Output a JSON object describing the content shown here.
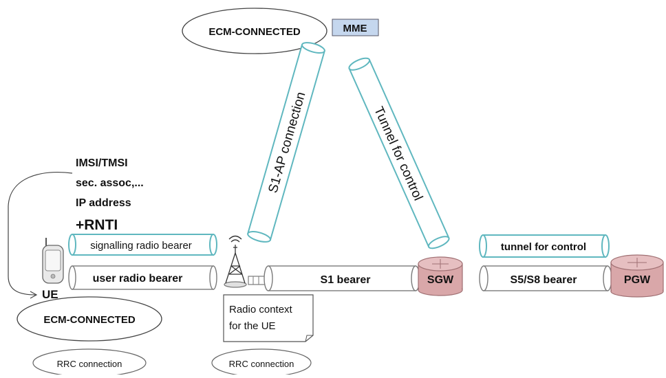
{
  "mme": {
    "ecm_label": "ECM-CONNECTED",
    "box_label": "MME"
  },
  "tunnels": {
    "s1ap_label": "S1-AP connection",
    "control_label": "Tunnel for control"
  },
  "ue_context": {
    "lines": [
      "IMSI/TMSI",
      "sec. assoc,...",
      "IP address"
    ],
    "rnti": "+RNTI"
  },
  "bearers": {
    "signalling": "signalling radio bearer",
    "user_radio": "user radio bearer",
    "s1": "S1 bearer",
    "tunnel_control": "tunnel for control",
    "s5s8": "S5/S8 bearer"
  },
  "nodes": {
    "ue": "UE",
    "sgw": "SGW",
    "pgw": "PGW"
  },
  "ue_bottom": {
    "ecm_label": "ECM-CONNECTED",
    "rrc_ue": "RRC connection",
    "rrc_enb": "RRC connection"
  },
  "enb_note": {
    "line1": "Radio context",
    "line2": "for the UE"
  },
  "colors": {
    "tunnel_stroke": "#5fb7bf",
    "gray_stroke": "#7a7a7a",
    "mme_fill": "#c5d7ee",
    "router_fill": "#d9a7a9",
    "router_stroke": "#9f6f72"
  }
}
